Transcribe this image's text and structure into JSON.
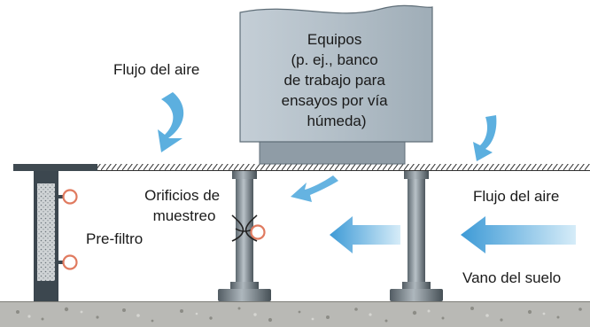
{
  "equipment": {
    "lines": [
      "Equipos",
      "(p. ej., banco",
      "de trabajo para",
      "ensayos por vía",
      "húmeda)"
    ]
  },
  "labels": {
    "airflow_top": "Flujo del aire",
    "airflow_right": "Flujo del aire",
    "sampling_ports": [
      "Orificios de",
      "muestreo"
    ],
    "prefilter": "Pre-filtro",
    "floor_void": "Vano del suelo"
  },
  "colors": {
    "equipment_fill": "#b7c3cc",
    "equipment_stroke": "#5f6e78",
    "arrow": "#4aa6dc",
    "post": "#6f7b83",
    "concrete": "#b8b8b4",
    "prefilter_frame": "#3c474f",
    "sampling_port_ring": "#e07a5f"
  }
}
